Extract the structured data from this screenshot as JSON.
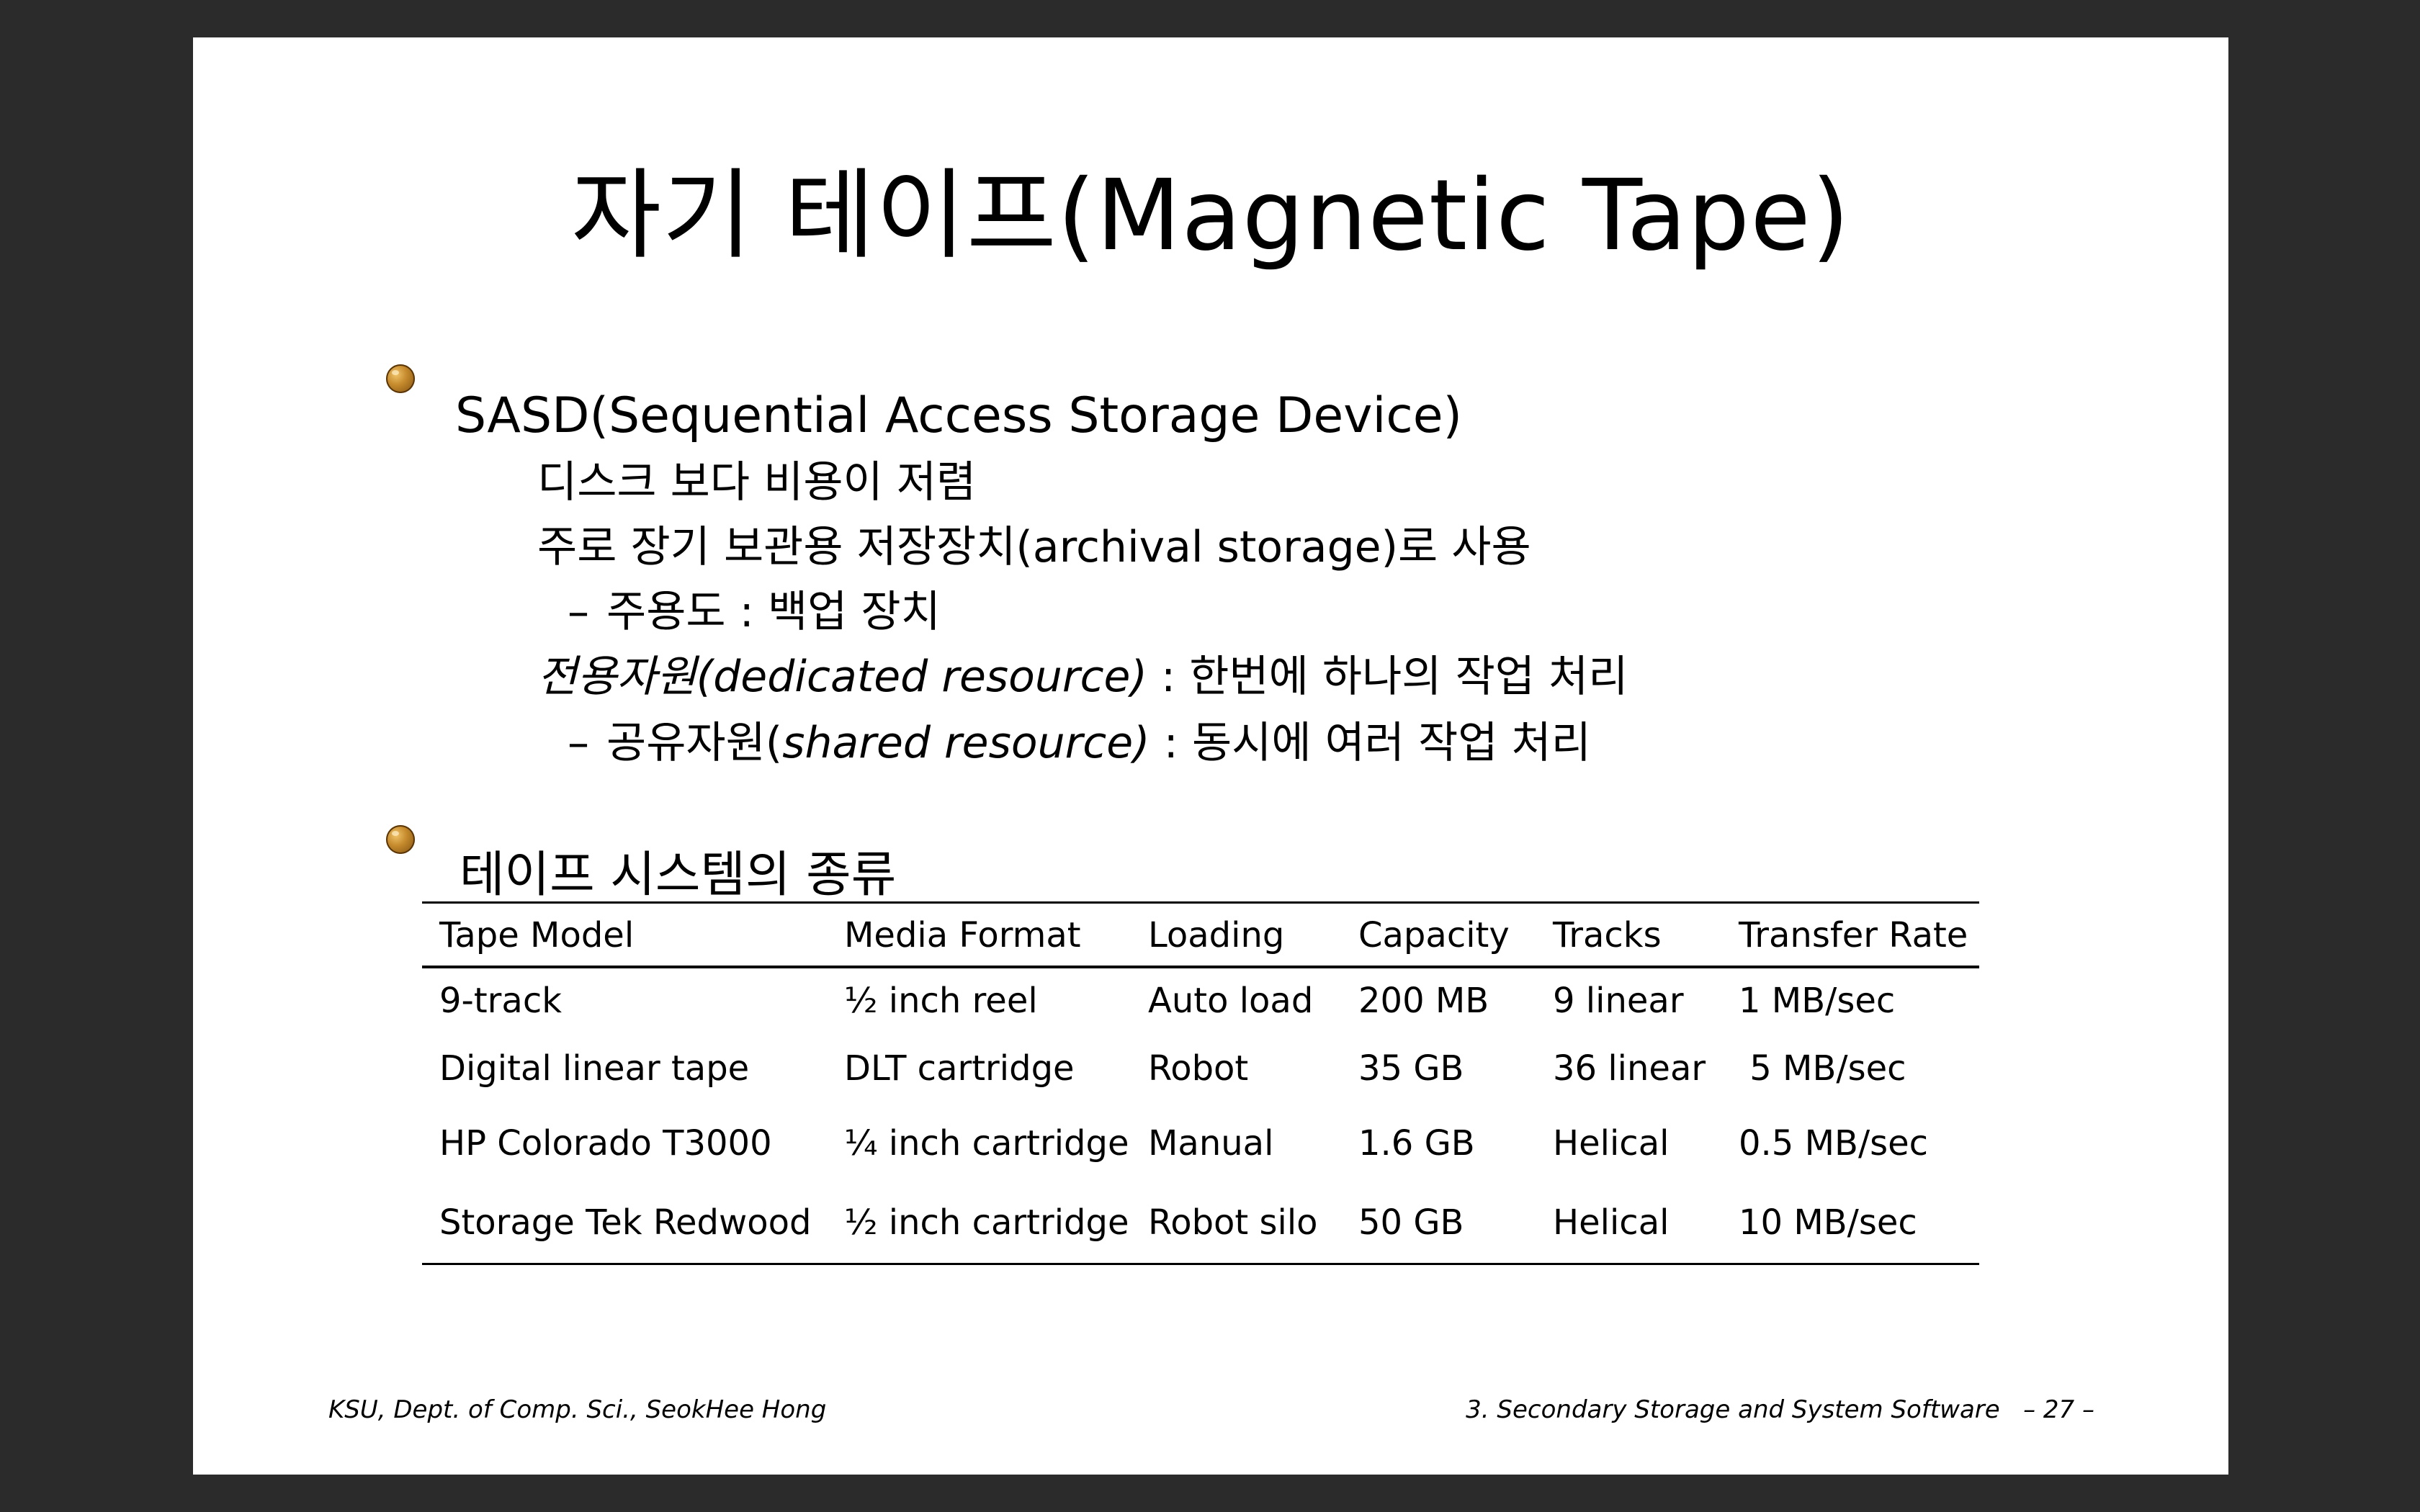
{
  "slide": {
    "title": "자기 테이프(Magnetic Tape)",
    "bullets": [
      {
        "text": "SASD(Sequential Access Storage Device)",
        "items": [
          {
            "text": "디스크 보다 비용이 저렴"
          },
          {
            "text": "주로 장기 보관용 저장장치(archival storage)로 사용"
          },
          {
            "dash": "–",
            "text": "주용도 : 백업 장치"
          },
          {
            "italic": "전용자원(dedicated resource)",
            "rest": " : 한번에 하나의 작업 처리"
          },
          {
            "dash": "–",
            "prefix": "공유자원(",
            "italic": "shared resource)",
            "rest": " : 동시에 여러 작업 처리"
          }
        ]
      },
      {
        "text": "테이프 시스템의 종류"
      }
    ],
    "table": {
      "headers": [
        "Tape Model",
        "Media Format",
        "Loading",
        "Capacity",
        "Tracks",
        "Transfer Rate"
      ],
      "rows": [
        [
          "9-track",
          "½ inch reel",
          "Auto load",
          "200 MB",
          "9 linear",
          "1 MB/sec"
        ],
        [
          "Digital linear tape",
          "DLT cartridge",
          "Robot",
          "35 GB",
          "36 linear",
          " 5 MB/sec"
        ],
        [
          "HP Colorado T3000",
          "¼ inch cartridge",
          "Manual",
          "1.6 GB",
          "Helical",
          "0.5 MB/sec"
        ],
        [
          "Storage Tek Redwood",
          "½ inch cartridge",
          "Robot silo",
          "50 GB",
          "Helical",
          "10 MB/sec"
        ]
      ]
    },
    "footer": {
      "left": "KSU, Dept. of Comp. Sci., SeokHee Hong",
      "right": "3. Secondary Storage and System Software   – 27 –"
    }
  }
}
